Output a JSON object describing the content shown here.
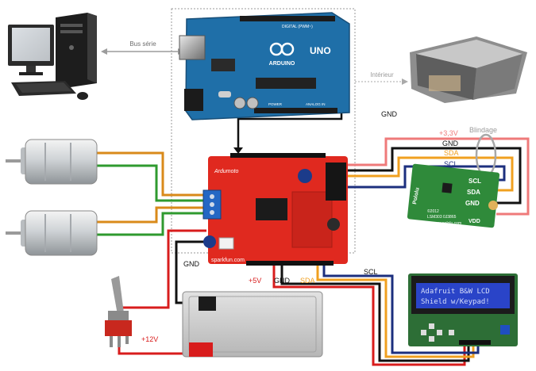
{
  "labels": {
    "bus_serie": "Bus série",
    "interieur": "Intérieur",
    "gnd_top": "GND",
    "v33": "+3,3V",
    "gnd_right": "GND",
    "sda_right": "SDA",
    "scl_right": "SCL",
    "blindage": "Blindage",
    "gnd_battery": "GND",
    "v5": "+5V",
    "gnd_bottom": "GND",
    "sda_bottom": "SDA",
    "scl_bottom": "SCL",
    "v12": "+12V"
  },
  "arduino": {
    "brand": "ARDUINO",
    "model": "UNO",
    "digital": "DIGITAL (PWM~)",
    "power": "POWER",
    "analog": "ANALOG IN"
  },
  "ardumoto": {
    "name": "Ardumoto",
    "url": "sparkfun.com"
  },
  "sensor": {
    "brand": "Pololu",
    "pin_scl": "SCL",
    "pin_sda": "SDA",
    "pin_gnd": "GND",
    "pin_vdd": "VDD",
    "chip": "LSM303",
    "year": "©2012",
    "part": "0J3865",
    "url": "www.pololu.com"
  },
  "lcd": {
    "line1": "Adafruit B&W LCD",
    "line2": "Shield w/Keypad!"
  },
  "colors": {
    "gnd_wire": "#111111",
    "v33_wire": "#ef7a7a",
    "sda_wire": "#f0a020",
    "scl_wire": "#1c2f7e",
    "v5_wire": "#d81c1c",
    "motor_orange": "#d98a1a",
    "motor_green": "#2f9a2f",
    "arduino_blue": "#1f6fa8",
    "shield_red": "#e0291f",
    "pcb_green": "#2f8a3a",
    "lcd_blue": "#2a44c8"
  }
}
